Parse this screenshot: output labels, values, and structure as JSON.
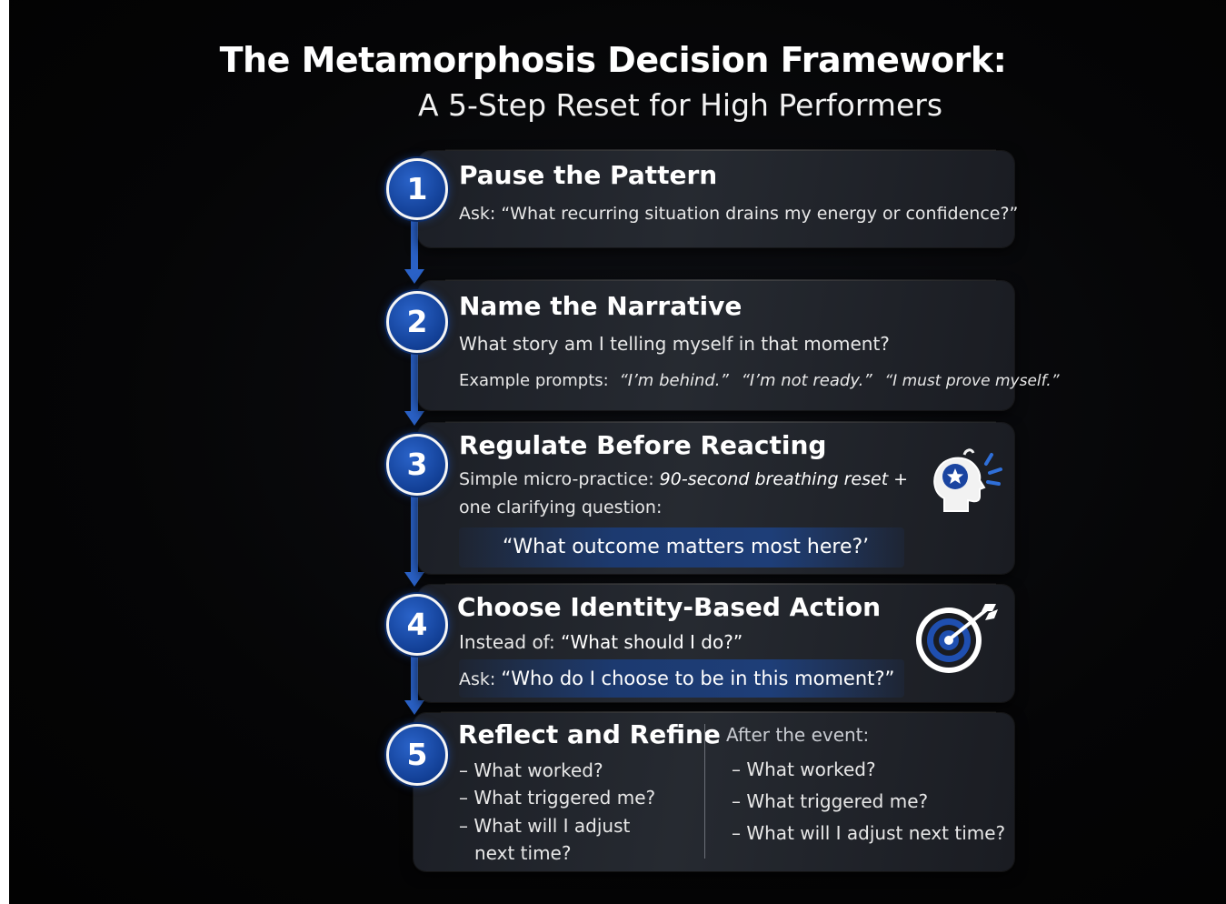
{
  "header": {
    "title": "The Metamorphosis Decision Framework:",
    "subtitle": "A 5-Step Reset for High Performers"
  },
  "steps": [
    {
      "number": "1",
      "title": "Pause the Pattern",
      "body": "Ask: “What recurring situation drains my energy or confidence?”"
    },
    {
      "number": "2",
      "title": "Name the Narrative",
      "body": "What story am I telling myself in that moment?",
      "prompts_label": "Example prompts:",
      "prompts": [
        "“I’m behind.”",
        "“I’m not ready.”",
        "“I must prove myself.”"
      ]
    },
    {
      "number": "3",
      "title": "Regulate Before Reacting",
      "body_prefix": "Simple micro-practice:",
      "body_emphasis": "90-second breathing reset +",
      "body_line2": "one clarifying question:",
      "quote": "“What outcome matters most here?’",
      "icon": "mind-reset-icon"
    },
    {
      "number": "4",
      "title": "Choose Identity-Based Action",
      "instead_label": "Instead of:",
      "instead_text": "“What should I do?”",
      "ask_label": "Ask:",
      "ask_text": "“Who do I choose to be in this moment?”",
      "icon": "target-arrow-icon"
    },
    {
      "number": "5",
      "title": "Reflect and Refine",
      "left_items": [
        "– What worked?",
        "– What triggered me?",
        "– What will I adjust",
        "next time?"
      ],
      "right_label": "After the event:",
      "right_items": [
        "– What worked?",
        "– What triggered me?",
        "– What will I adjust next time?"
      ]
    }
  ],
  "colors": {
    "background": "#050506",
    "accent_blue": "#2a61c6",
    "card": "#23262d",
    "text": "#ffffff"
  }
}
